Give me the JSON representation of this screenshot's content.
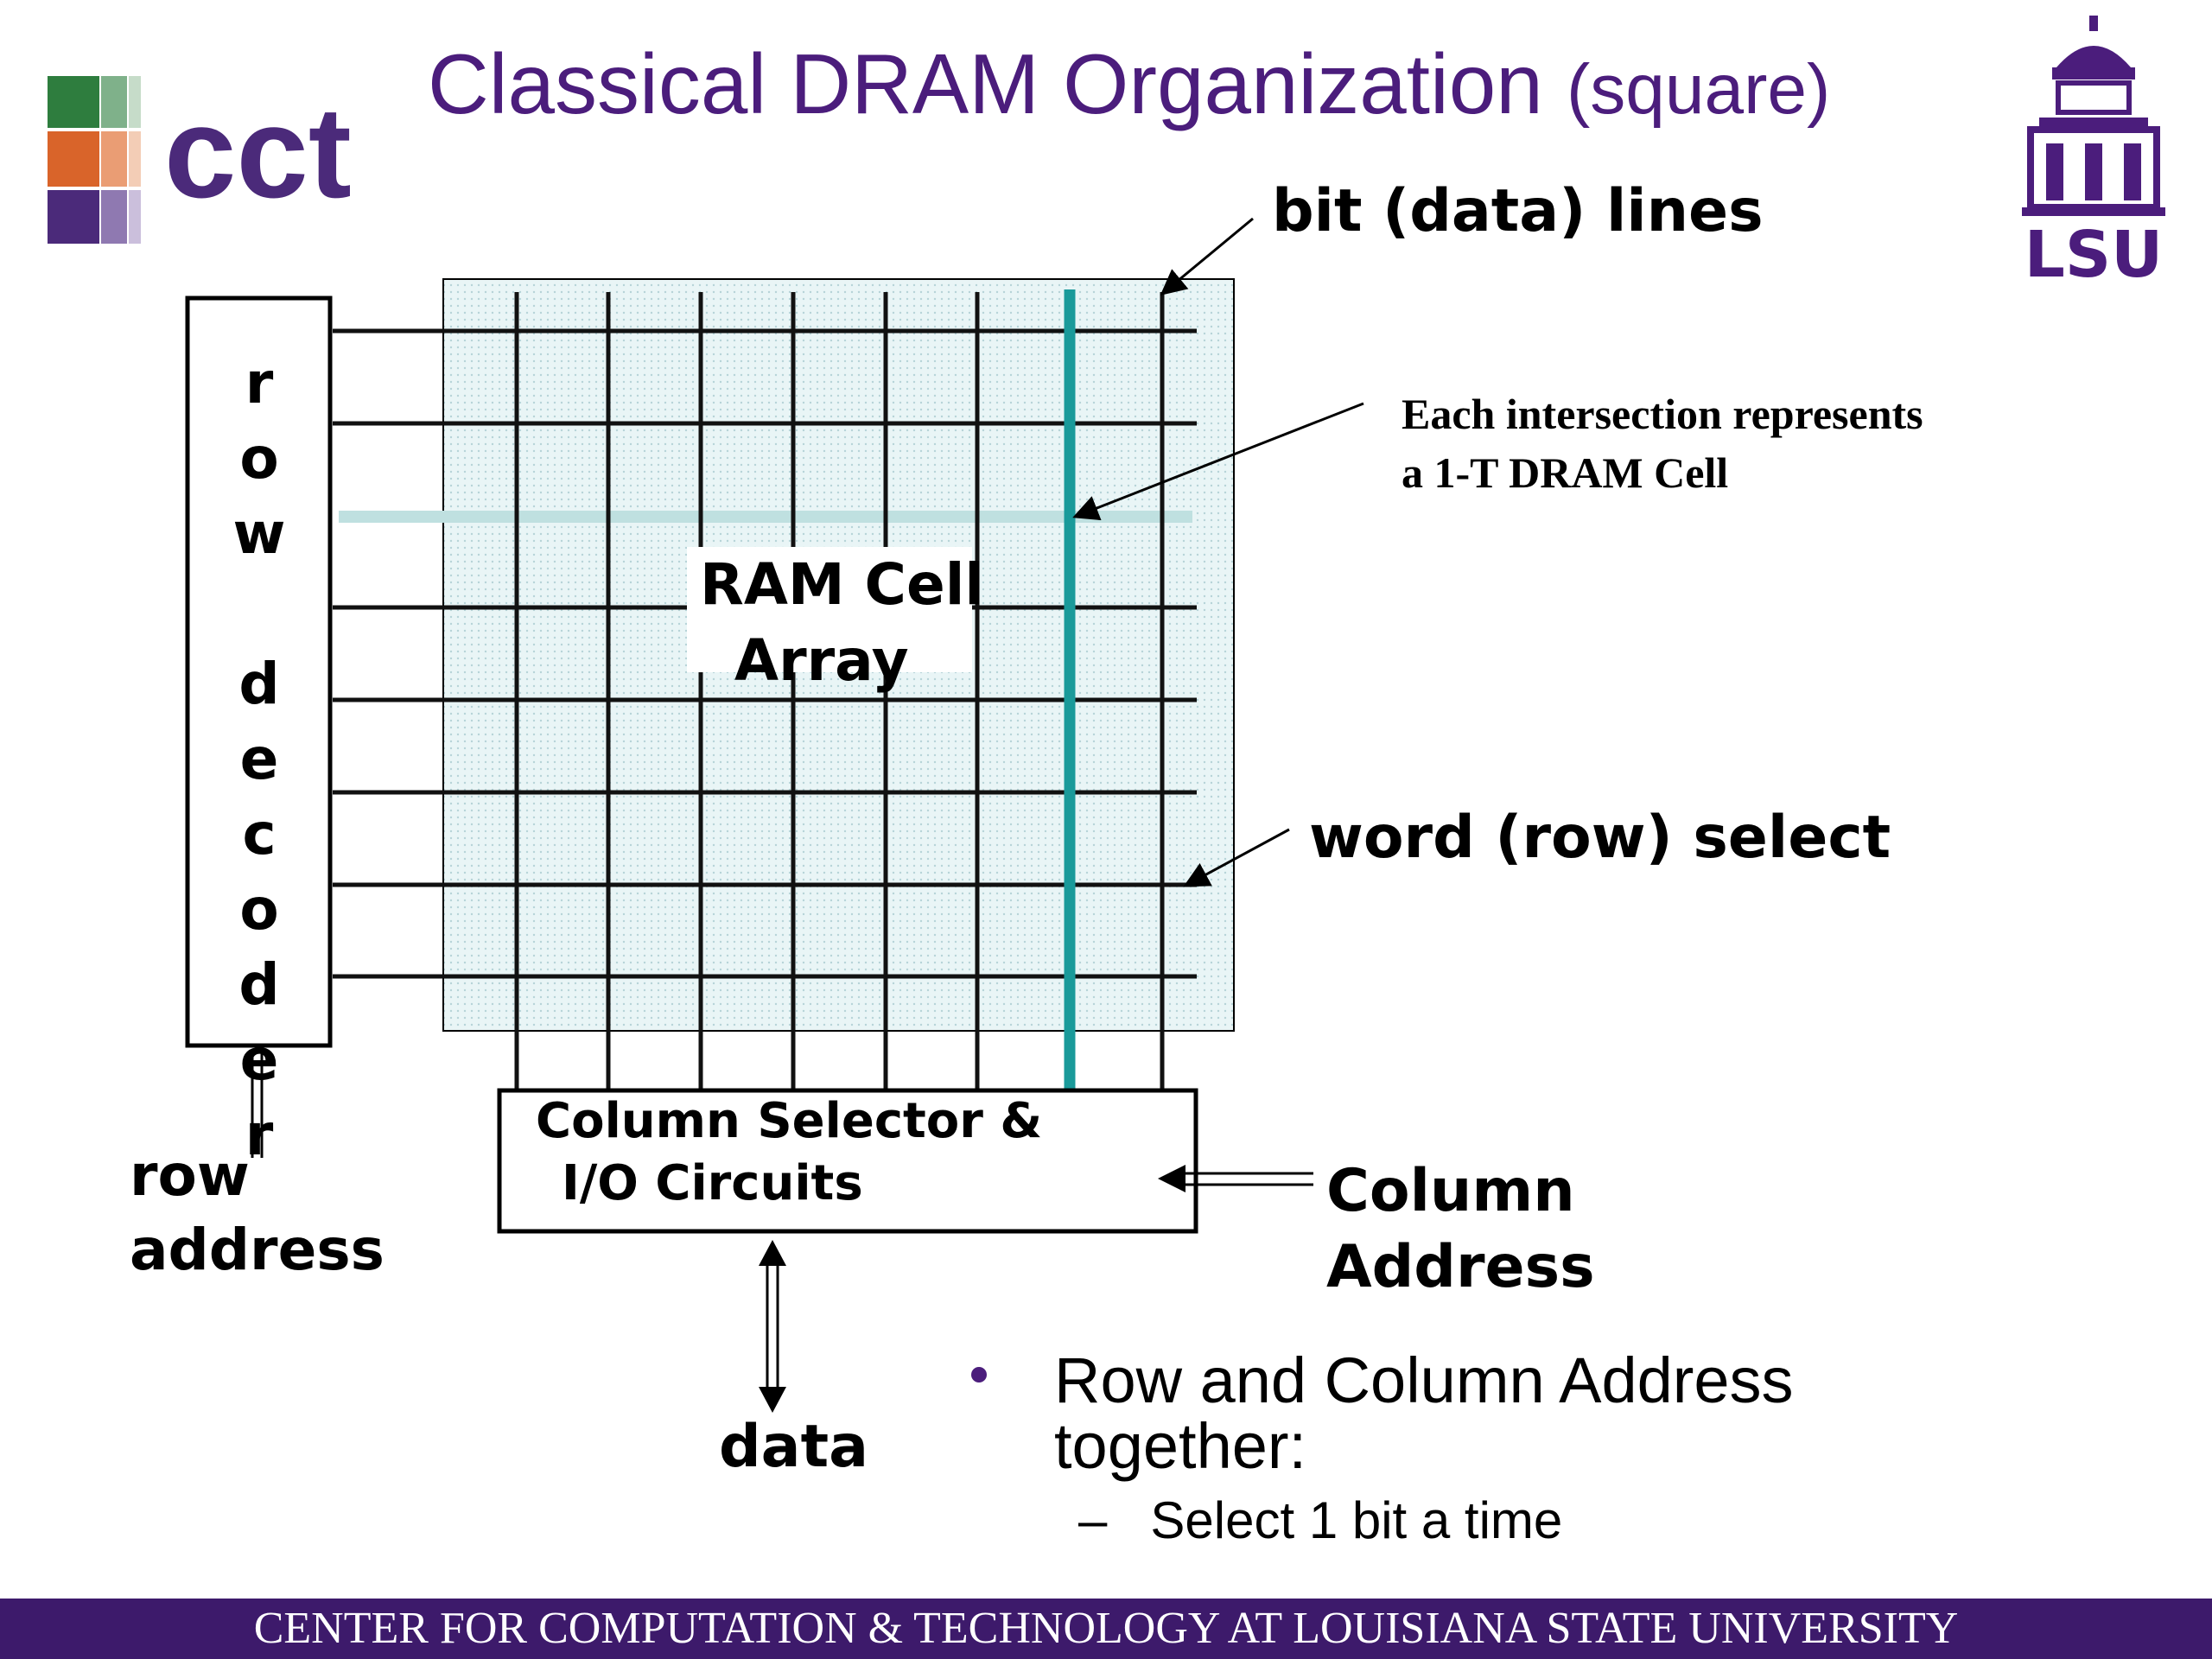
{
  "title": {
    "main": "Classical DRAM Organization",
    "sub": "(square)"
  },
  "logos": {
    "left": "cct",
    "right": "LSU"
  },
  "labels": {
    "bit_lines": "bit (data) lines",
    "intersection_line1": "Each intersection represents",
    "intersection_line2": "a 1-T DRAM Cell",
    "ram_line1": "RAM Cell",
    "ram_line2": "Array",
    "word_select": "word (row) select",
    "column_selector_line1": "Column Selector &",
    "column_selector_line2": "I/O Circuits",
    "column_address_line1": "Column",
    "column_address_line2": "Address",
    "row_address_line1": "row",
    "row_address_line2": "address",
    "data": "data"
  },
  "row_decoder_letters": [
    "r",
    "o",
    "w",
    "",
    "d",
    "e",
    "c",
    "o",
    "d",
    "e",
    "r"
  ],
  "bullets": {
    "main": "Row and Column Address together:",
    "sub": "Select 1 bit a time"
  },
  "colors": {
    "title": "#4b1d7c",
    "footer_bg": "#3d1a6b",
    "highlight_column": "#1a9a9a",
    "highlight_row": "#bfe0e0",
    "grid_bg": "#e6f3f4"
  },
  "footer": "CENTER FOR COMPUTATION & TECHNOLOGY AT LOUISIANA STATE UNIVERSITY"
}
